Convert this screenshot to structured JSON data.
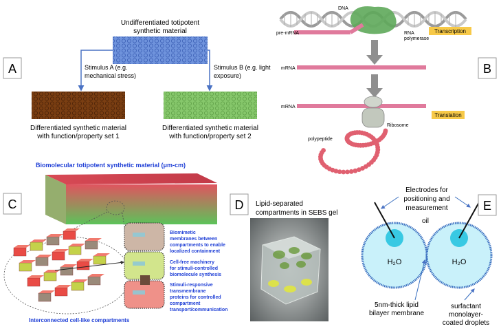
{
  "panel_a": {
    "letter": "A",
    "top_label_1": "Undifferentiated totipotent",
    "top_label_2": "synthetic material",
    "stim_a_1": "Stimulus  A (e.g.",
    "stim_a_2": "mechanical stress)",
    "stim_b_1": "Stimulus  B (e.g. light",
    "stim_b_2": "exposure)",
    "left_1": "Differentiated synthetic material",
    "left_2": "with function/property  set 1",
    "right_1": "Differentiated synthetic material",
    "right_2": "with function/property  set 2",
    "colors": {
      "top": "#6f93dc",
      "left": "#7a3e12",
      "right": "#86c76b",
      "arrow": "#4a72c4"
    }
  },
  "panel_b": {
    "letter": "B",
    "dna": "DNA",
    "pre_mrna": "pre-mRNA",
    "rna_pol_1": "RNA",
    "rna_pol_2": "polymerase",
    "transcription": "Transcription",
    "mrna_1": "mRNA",
    "mrna_2": "mRNA",
    "translation": "Translation",
    "ribosome": "Ribosome",
    "polypeptide": "polypeptide",
    "colors": {
      "strand": "#e07a9c",
      "highlight": "#f7c948",
      "bead": "#e06070",
      "polymerase": "#5ea85a"
    }
  },
  "panel_c": {
    "letter": "C",
    "title": "Biomolecular totipotent synthetic material (μm-cm)",
    "note1_1": "Biomimetic",
    "note1_2": "membranes between",
    "note1_3": "compartments to enable",
    "note1_4": "localized containment",
    "note2_1": "Cell-free machinery",
    "note2_2": "for stimuli-controlled",
    "note2_3": "biomolecule synthesis",
    "note3_1": "Stimuli-responsive",
    "note3_2": "transmembrane",
    "note3_3": "proteins for controlled",
    "note3_4": "compartment",
    "note3_5": "transport/communication",
    "bottom": "Interconnected cell-like compartments",
    "colors": {
      "blue_text": "#1f3fd6",
      "block_top": "#e0545f",
      "block_bottom": "#5cc35a"
    }
  },
  "panel_d": {
    "letter": "D",
    "caption_1": "Lipid-separated",
    "caption_2": "compartments  in SEBS gel"
  },
  "panel_e": {
    "letter": "E",
    "electrodes_1": "Electrodes for",
    "electrodes_2": "positioning and",
    "electrodes_3": "measurement",
    "oil": "oil",
    "h2o_left": "H₂O",
    "h2o_right": "H₂O",
    "bilayer_1": "5nm-thick lipid",
    "bilayer_2": "bilayer membrane",
    "surf_1": "surfactant",
    "surf_2": "monolayer-",
    "surf_3": "coated droplets",
    "colors": {
      "droplet": "#c9f1fa",
      "inner": "#38c9e3",
      "outline": "#3a70c0"
    }
  }
}
